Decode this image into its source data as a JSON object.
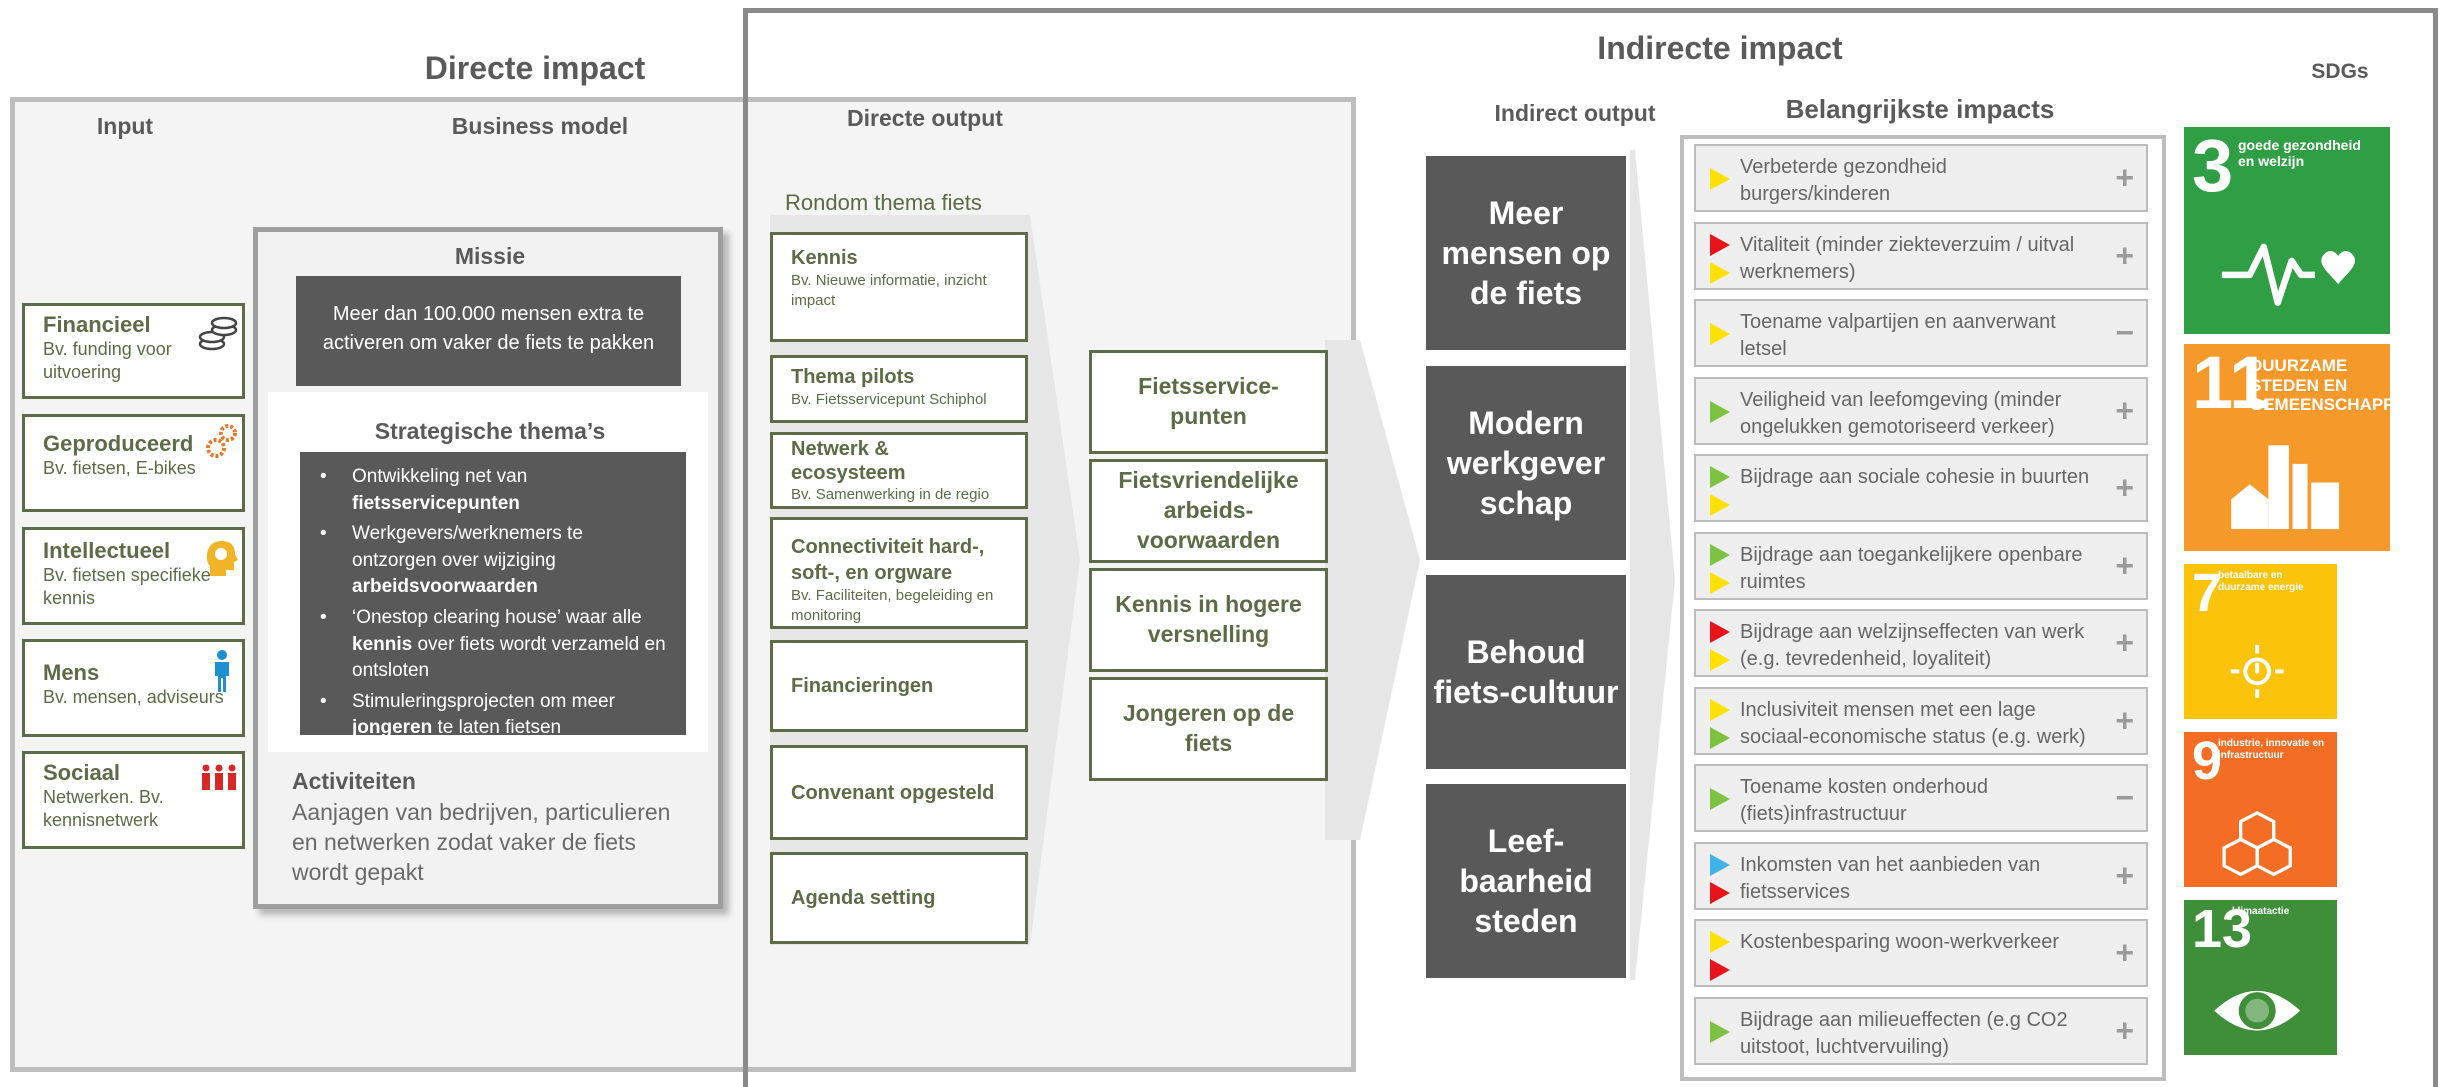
{
  "headings": {
    "directe_impact": "Directe impact",
    "indirecte_impact": "Indirecte impact",
    "input": "Input",
    "business_model": "Business model",
    "directe_output": "Directe output",
    "indirect_output": "Indirect output",
    "belangrijkste_impacts": "Belangrijkste impacts",
    "sdgs": "SDGs"
  },
  "inputs": [
    {
      "title": "Financieel",
      "sub": "Bv. funding voor uitvoering",
      "icon": "coins-icon"
    },
    {
      "title": "Geproduceerd",
      "sub": "Bv. fietsen, E-bikes",
      "icon": "gears-icon"
    },
    {
      "title": "Intellectueel",
      "sub": "Bv. fietsen specifieke kennis",
      "icon": "head-gear-icon"
    },
    {
      "title": "Mens",
      "sub": "Bv. mensen, adviseurs",
      "icon": "person-icon"
    },
    {
      "title": "Sociaal",
      "sub": "Netwerken. Bv. kennisnetwerk",
      "icon": "people-icon"
    }
  ],
  "business_model": {
    "missie_label": "Missie",
    "missie_text": "Meer dan 100.000  mensen extra te activeren om vaker de fiets te pakken",
    "themas_label": "Strategische thema’s",
    "themas": [
      {
        "pre": "Ontwikkeling net van ",
        "bold": "fietsservicepunten",
        "post": ""
      },
      {
        "pre": "Werkgevers/werknemers te ontzorgen over wijziging ",
        "bold": "arbeidsvoorwaarden",
        "post": ""
      },
      {
        "pre": "‘Onestop clearing house’ waar alle ",
        "bold": "kennis",
        "post": " over fiets wordt verzameld en ontsloten"
      },
      {
        "pre": "Stimuleringsprojecten om meer ",
        "bold": "jongeren",
        "post": " te laten fietsen"
      }
    ],
    "activiteiten_label": "Activiteiten",
    "activiteiten_text": "Aanjagen van bedrijven, particulieren en netwerken zodat vaker de fiets wordt gepakt"
  },
  "output": {
    "thema_label": "Rondom thema fiets",
    "items": [
      {
        "title": "Kennis",
        "sub": "Bv. Nieuwe informatie, inzicht impact"
      },
      {
        "title": "Thema pilots",
        "sub": "Bv. Fietsservicepunt Schiphol"
      },
      {
        "title": "Netwerk & ecosysteem",
        "sub": "Bv. Samenwerking in de regio"
      },
      {
        "title": "Connectiviteit hard-, soft-, en orgware",
        "sub": "Bv. Faciliteiten, begeleiding en monitoring"
      },
      {
        "title": "Financieringen",
        "sub": ""
      },
      {
        "title": "Convenant opgesteld",
        "sub": ""
      },
      {
        "title": "Agenda setting",
        "sub": ""
      }
    ],
    "direct_boxes": [
      "Fietsservice-punten",
      "Fietsvriendelijke arbeids-voorwaarden",
      "Kennis in hogere versnelling",
      "Jongeren op de fiets"
    ]
  },
  "indirect_output": [
    "Meer mensen op de fiets",
    "Modern werkgever schap",
    "Behoud fiets-cultuur",
    "Leef-baarheid steden"
  ],
  "impacts": [
    {
      "text": "Verbeterde gezondheid burgers/kinderen",
      "sign": "+",
      "markers": [
        "#ffe000"
      ]
    },
    {
      "text": "Vitaliteit (minder ziekteverzuim / uitval werknemers)",
      "sign": "+",
      "markers": [
        "#e8141c",
        "#ffe000"
      ]
    },
    {
      "text": "Toename valpartijen en aanverwant letsel",
      "sign": "−",
      "markers": [
        "#ffe000"
      ]
    },
    {
      "text": "Veiligheid van leefomgeving (minder ongelukken gemotoriseerd verkeer)",
      "sign": "+",
      "markers": [
        "#7dc242"
      ]
    },
    {
      "text": "Bijdrage aan sociale cohesie in buurten",
      "sign": "+",
      "markers": [
        "#7dc242",
        "#ffe000"
      ]
    },
    {
      "text": "Bijdrage aan toegankelijkere openbare ruimtes",
      "sign": "+",
      "markers": [
        "#7dc242",
        "#ffe000"
      ]
    },
    {
      "text": "Bijdrage aan welzijnseffecten van werk (e.g. tevredenheid, loyaliteit)",
      "sign": "+",
      "markers": [
        "#e8141c",
        "#ffe000"
      ]
    },
    {
      "text": "Inclusiviteit mensen met een lage sociaal-economische status (e.g. werk)",
      "sign": "+",
      "markers": [
        "#ffe000",
        "#7dc242"
      ]
    },
    {
      "text": "Toename kosten onderhoud (fiets)infrastructuur",
      "sign": "−",
      "markers": [
        "#7dc242"
      ]
    },
    {
      "text": "Inkomsten van het aanbieden van fietsservices",
      "sign": "+",
      "markers": [
        "#40b4e6",
        "#e8141c"
      ]
    },
    {
      "text": "Kostenbesparing woon-werkverkeer",
      "sign": "+",
      "markers": [
        "#ffe000",
        "#e8141c"
      ]
    },
    {
      "text": "Bijdrage aan milieueffecten (e.g CO2 uitstoot, luchtvervuiling)",
      "sign": "+",
      "markers": [
        "#7dc242"
      ]
    }
  ],
  "sdgs": [
    {
      "num": "3",
      "label": "goede gezondheid en welzijn",
      "color": "#2f9e44",
      "icon": "heartbeat-icon"
    },
    {
      "num": "11",
      "label": "DUURZAME STEDEN EN GEMEENSCHAPPEN",
      "color": "#f59a2a",
      "icon": "city-icon"
    },
    {
      "num": "7",
      "label": "betaalbare en duurzame energie",
      "color": "#fcc30b",
      "icon": "sun-power-icon"
    },
    {
      "num": "9",
      "label": "industrie, innovatie en infrastructuur",
      "color": "#f36d25",
      "icon": "cubes-icon"
    },
    {
      "num": "13",
      "label": "klimaatactie",
      "color": "#3f8f3a",
      "icon": "eye-globe-icon"
    }
  ]
}
